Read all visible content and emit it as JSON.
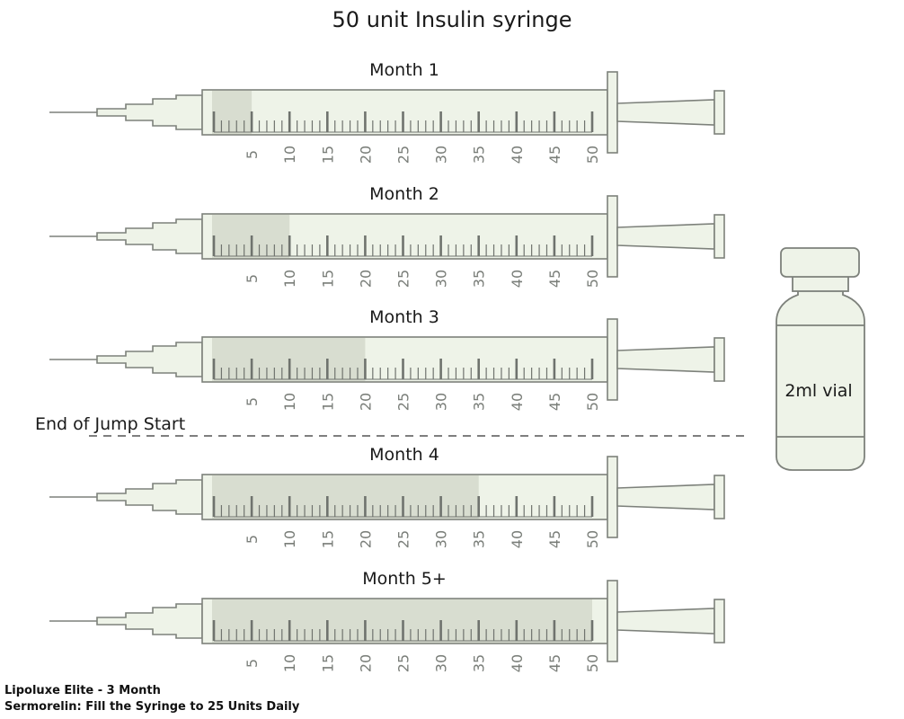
{
  "title": "50 unit Insulin syringe",
  "syringe": {
    "scale_max": 50,
    "tick_labels": [
      "5",
      "10",
      "15",
      "20",
      "25",
      "30",
      "35",
      "40",
      "45",
      "50"
    ]
  },
  "syringes": [
    {
      "label": "Month 1",
      "fill_units": 5
    },
    {
      "label": "Month 2",
      "fill_units": 10
    },
    {
      "label": "Month 3",
      "fill_units": 20
    },
    {
      "label": "Month 4",
      "fill_units": 35
    },
    {
      "label": "Month 5+",
      "fill_units": 50
    }
  ],
  "divider": {
    "label": "End of Jump Start"
  },
  "vial": {
    "label": "2ml vial"
  },
  "footer": {
    "line1": "Lipoluxe Elite - 3 Month",
    "line2": "Sermorelin: Fill the Syringe to 25 Units Daily"
  },
  "colors": {
    "barrel_fill": "#eef3e8",
    "barrel_stroke": "#7d817b",
    "liquid_fill": "#d8ddd0",
    "tick": "#6f736e",
    "tick_label": "#7a7e79",
    "vial_fill": "#eef3e8",
    "text": "#1a1a1a"
  }
}
